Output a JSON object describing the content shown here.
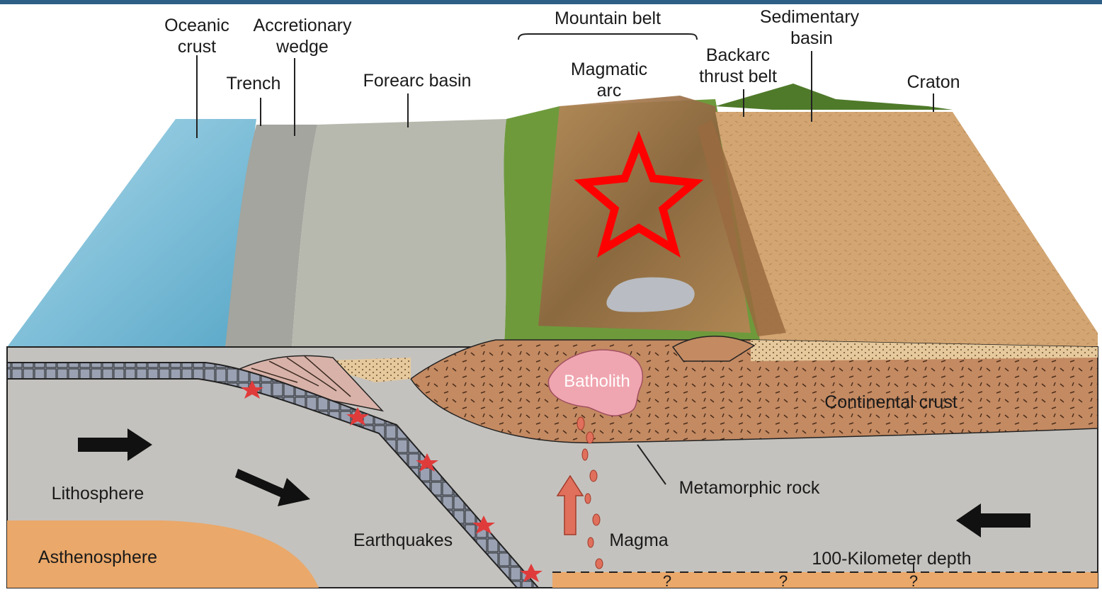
{
  "labels": {
    "oceanic_crust_1": "Oceanic",
    "oceanic_crust_2": "crust",
    "accretionary_wedge_1": "Accretionary",
    "accretionary_wedge_2": "wedge",
    "trench": "Trench",
    "forearc_basin": "Forearc basin",
    "mountain_belt": "Mountain belt",
    "magmatic_arc_1": "Magmatic",
    "magmatic_arc_2": "arc",
    "backarc_thrust_belt_1": "Backarc",
    "backarc_thrust_belt_2": "thrust belt",
    "sedimentary_basin_1": "Sedimentary",
    "sedimentary_basin_2": "basin",
    "craton": "Craton",
    "batholith": "Batholith",
    "continental_crust": "Continental  crust",
    "metamorphic_rock": "Metamorphic rock",
    "lithosphere": "Lithosphere",
    "asthenosphere": "Asthenosphere",
    "earthquakes": "Earthquakes",
    "magma": "Magma",
    "depth": "100-Kilometer depth",
    "question_mark": "?"
  },
  "colors": {
    "top_bar": "#2e5f86",
    "ocean": "#8cc6dc",
    "trench_wedge": "#a3a59e",
    "forearc": "#b7b9ae",
    "vegetation": "#6e9a3c",
    "mountains": "#a87a4c",
    "craton": "#d2a572",
    "continental_crust": "#c48a62",
    "lithosphere": "#c4c2be",
    "asthenosphere": "#eaa86a",
    "batholith": "#f0a6b0",
    "slab": "#7d8494",
    "marker_star": "#ff0000",
    "quake_marker": "#e03b3b",
    "magma_arrow": "#e0705c"
  },
  "icons": {
    "marker": "star-outline-icon",
    "earthquake": "earthquake-burst-icon",
    "plate_motion": "plate-motion-arrow-icon",
    "magma_rise": "magma-rise-arrow-icon"
  }
}
